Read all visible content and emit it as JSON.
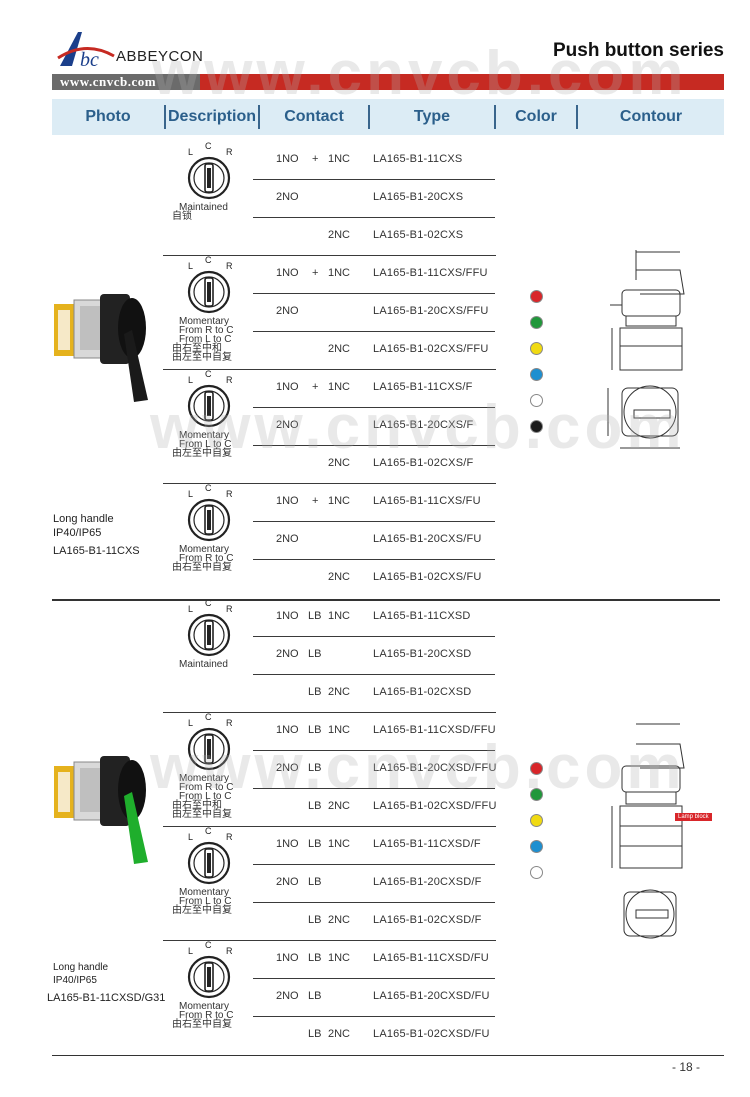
{
  "header": {
    "logo_text": "Abc",
    "brand_name": "ABBEYCON",
    "website": "www.cnvcb.com",
    "page_title": "Push button series",
    "watermark": "www.cnvcb.com",
    "brand_color": "#c62a22"
  },
  "columns": [
    "Photo",
    "Description",
    "Contact",
    "Type",
    "Color",
    "Contour"
  ],
  "section1": {
    "photo_label": [
      "Long handle",
      "IP40/IP65",
      "LA165-B1-11CXS"
    ],
    "groups": [
      {
        "desc": [
          "Maintained",
          "自锁"
        ],
        "rows": [
          {
            "contact_left": "1NO",
            "contact_mid": "+",
            "contact_right": "1NC",
            "type": "LA165-B1-11CXS"
          },
          {
            "contact_left": "2NO",
            "contact_mid": "",
            "contact_right": "",
            "type": "LA165-B1-20CXS"
          },
          {
            "contact_left": "",
            "contact_mid": "",
            "contact_right": "2NC",
            "type": "LA165-B1-02CXS"
          }
        ]
      },
      {
        "desc": [
          "Momentary",
          "From R to C",
          "From L to C",
          "由右至中和",
          "由左至中自复"
        ],
        "rows": [
          {
            "contact_left": "1NO",
            "contact_mid": "+",
            "contact_right": "1NC",
            "type": "LA165-B1-11CXS/FFU"
          },
          {
            "contact_left": "2NO",
            "contact_mid": "",
            "contact_right": "",
            "type": "LA165-B1-20CXS/FFU"
          },
          {
            "contact_left": "",
            "contact_mid": "",
            "contact_right": "2NC",
            "type": "LA165-B1-02CXS/FFU"
          }
        ]
      },
      {
        "desc": [
          "Momentary",
          "From L to C",
          "由左至中自复"
        ],
        "rows": [
          {
            "contact_left": "1NO",
            "contact_mid": "+",
            "contact_right": "1NC",
            "type": "LA165-B1-11CXS/F"
          },
          {
            "contact_left": "2NO",
            "contact_mid": "",
            "contact_right": "",
            "type": "LA165-B1-20CXS/F"
          },
          {
            "contact_left": "",
            "contact_mid": "",
            "contact_right": "2NC",
            "type": "LA165-B1-02CXS/F"
          }
        ]
      },
      {
        "desc": [
          "Momentary",
          "From R to C",
          "由右至中自复"
        ],
        "rows": [
          {
            "contact_left": "1NO",
            "contact_mid": "+",
            "contact_right": "1NC",
            "type": "LA165-B1-11CXS/FU"
          },
          {
            "contact_left": "2NO",
            "contact_mid": "",
            "contact_right": "",
            "type": "LA165-B1-20CXS/FU"
          },
          {
            "contact_left": "",
            "contact_mid": "",
            "contact_right": "2NC",
            "type": "LA165-B1-02CXS/FU"
          }
        ]
      }
    ],
    "colors": [
      "#d8262a",
      "#21973b",
      "#f0da12",
      "#1d8fd0",
      "#ffffff",
      "#1a1a1a"
    ]
  },
  "section2": {
    "photo_label": [
      "Long handle",
      "IP40/IP65",
      "LA165-B1-11CXSD/G31"
    ],
    "groups": [
      {
        "desc": [
          "Maintained"
        ],
        "rows": [
          {
            "contact_left": "1NO",
            "contact_mid": "LB",
            "contact_right": "1NC",
            "type": "LA165-B1-11CXSD"
          },
          {
            "contact_left": "2NO",
            "contact_mid": "LB",
            "contact_right": "",
            "type": "LA165-B1-20CXSD"
          },
          {
            "contact_left": "",
            "contact_mid": "LB",
            "contact_right": "2NC",
            "type": "LA165-B1-02CXSD"
          }
        ]
      },
      {
        "desc": [
          "Momentary",
          "From R to C",
          "From L to C",
          "由右至中和",
          "由左至中自复"
        ],
        "rows": [
          {
            "contact_left": "1NO",
            "contact_mid": "LB",
            "contact_right": "1NC",
            "type": "LA165-B1-11CXSD/FFU"
          },
          {
            "contact_left": "2NO",
            "contact_mid": "LB",
            "contact_right": "",
            "type": "LA165-B1-20CXSD/FFU"
          },
          {
            "contact_left": "",
            "contact_mid": "LB",
            "contact_right": "2NC",
            "type": "LA165-B1-02CXSD/FFU"
          }
        ]
      },
      {
        "desc": [
          "Momentary",
          "From L to C",
          "由左至中自复"
        ],
        "rows": [
          {
            "contact_left": "1NO",
            "contact_mid": "LB",
            "contact_right": "1NC",
            "type": "LA165-B1-11CXSD/F"
          },
          {
            "contact_left": "2NO",
            "contact_mid": "LB",
            "contact_right": "",
            "type": "LA165-B1-20CXSD/F"
          },
          {
            "contact_left": "",
            "contact_mid": "LB",
            "contact_right": "2NC",
            "type": "LA165-B1-02CXSD/F"
          }
        ]
      },
      {
        "desc": [
          "Momentary",
          "From R to C",
          "由右至中自复"
        ],
        "rows": [
          {
            "contact_left": "1NO",
            "contact_mid": "LB",
            "contact_right": "1NC",
            "type": "LA165-B1-11CXSD/FU"
          },
          {
            "contact_left": "2NO",
            "contact_mid": "LB",
            "contact_right": "",
            "type": "LA165-B1-20CXSD/FU"
          },
          {
            "contact_left": "",
            "contact_mid": "LB",
            "contact_right": "2NC",
            "type": "LA165-B1-02CXSD/FU"
          }
        ]
      }
    ],
    "colors": [
      "#d8262a",
      "#21973b",
      "#f0da12",
      "#1d8fd0",
      "#ffffff"
    ],
    "contour_callout": "Lamp block"
  },
  "footer": {
    "page_number": "- 18 -"
  }
}
